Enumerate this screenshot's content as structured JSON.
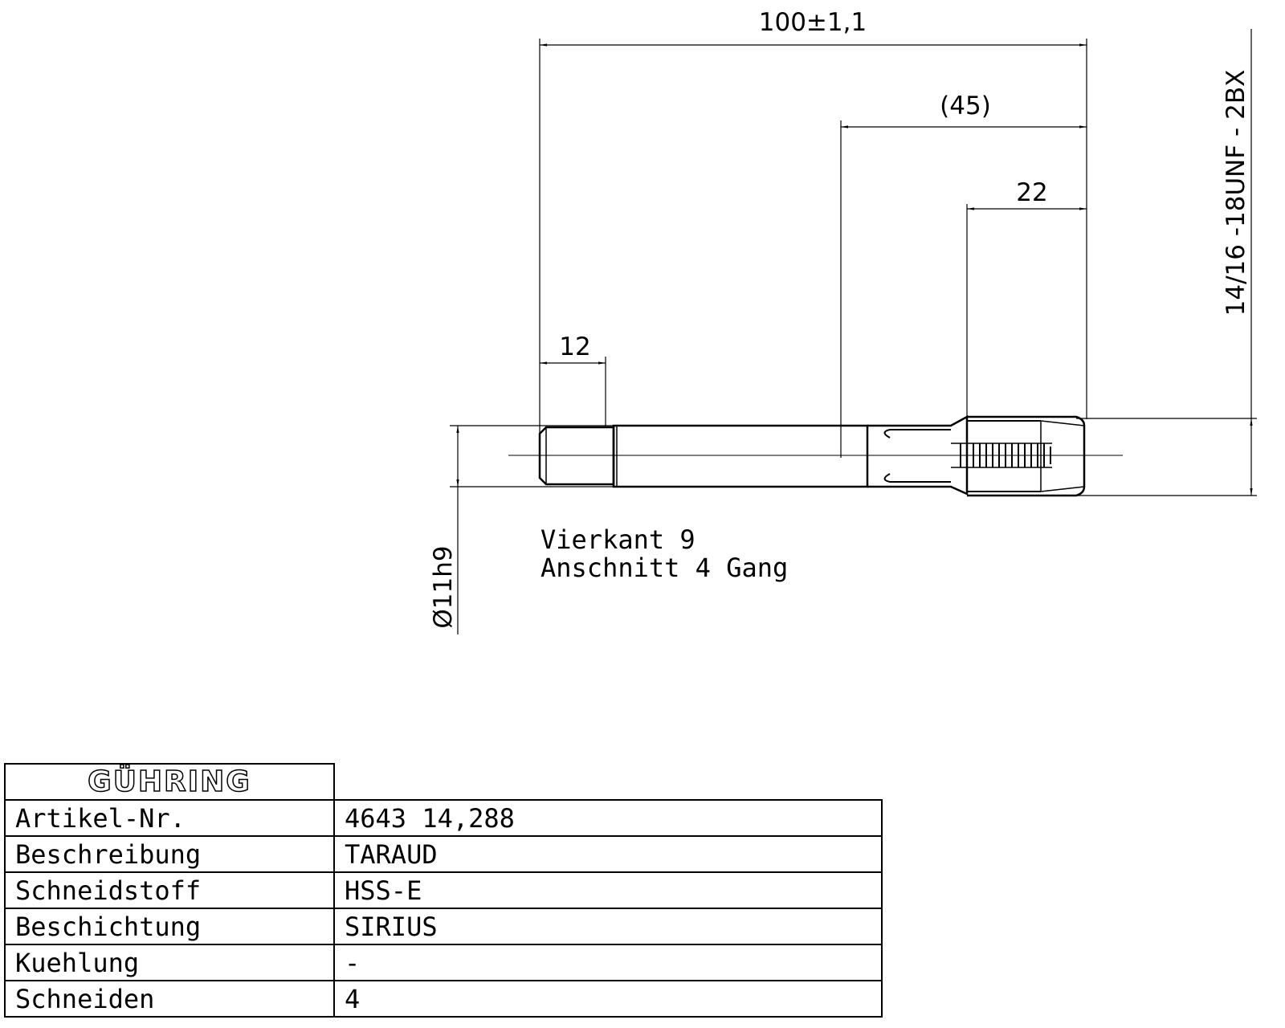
{
  "drawing": {
    "dimensions": {
      "overall_length": "100±1,1",
      "thread_section_length": "(45)",
      "thread_length": "22",
      "square_length": "12",
      "shank_diameter": "Ø11h9",
      "thread_spec": "14/16 -18UNF - 2BX"
    },
    "notes": {
      "line1": "Vierkant 9",
      "line2": "Anschnitt 4 Gang"
    }
  },
  "titleblock": {
    "logo": "GÜHRING",
    "rows": [
      {
        "label": "Artikel-Nr.",
        "value": "4643 14,288"
      },
      {
        "label": "Beschreibung",
        "value": "TARAUD"
      },
      {
        "label": "Schneidstoff",
        "value": "HSS-E"
      },
      {
        "label": "Beschichtung",
        "value": "SIRIUS"
      },
      {
        "label": "Kuehlung",
        "value": "-"
      },
      {
        "label": "Schneiden",
        "value": "4"
      }
    ]
  }
}
